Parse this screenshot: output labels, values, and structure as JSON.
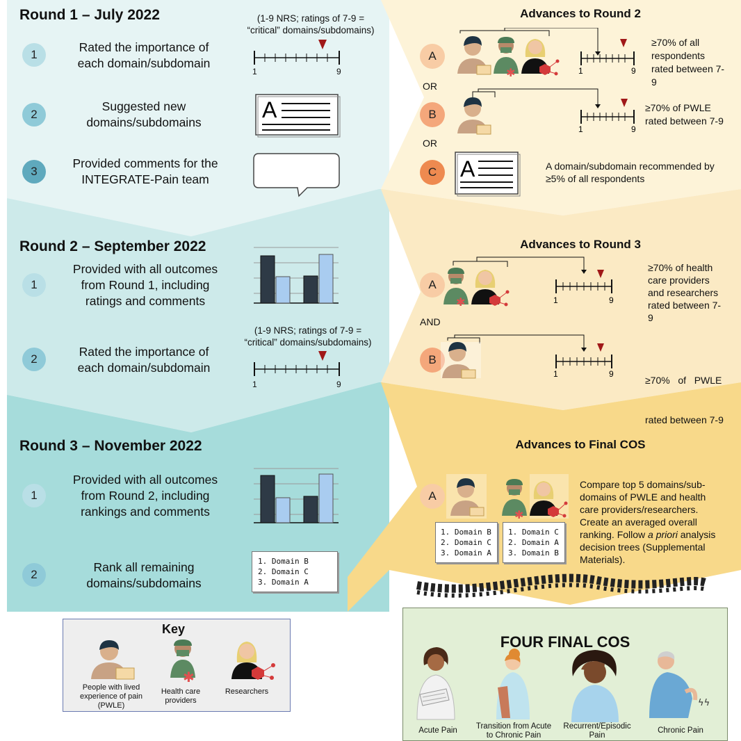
{
  "round1": {
    "title": "Round 1 – July 2022",
    "nrs_note_line1": "(1-9 NRS; ratings of 7-9 =",
    "nrs_note_line2": "“critical” domains/subdomains)",
    "scale_min": "1",
    "scale_max": "9",
    "steps": [
      {
        "num": "1",
        "line1": "Rated the importance of",
        "line2": "each domain/subdomain"
      },
      {
        "num": "2",
        "line1": "Suggested new",
        "line2": "domains/subdomains"
      },
      {
        "num": "3",
        "line1": "Provided comments for the",
        "line2": "INTEGRATE-Pain team"
      }
    ]
  },
  "advance2": {
    "title": "Advances to Round 2",
    "A": {
      "letter": "A",
      "line1": "≥70% of all",
      "line2": "respondents",
      "line3": "rated between 7-",
      "line4": "9"
    },
    "or1": "OR",
    "B": {
      "letter": "B",
      "line1": "≥70% of PWLE",
      "line2": "rated between 7-9"
    },
    "or2": "OR",
    "C": {
      "letter": "C",
      "line1": "A domain/subdomain recommended by",
      "line2": "≥5% of all respondents"
    }
  },
  "round2": {
    "title": "Round 2 – September 2022",
    "nrs_note_line1": "(1-9 NRS; ratings of 7-9 =",
    "nrs_note_line2": "“critical” domains/subdomains)",
    "steps": [
      {
        "num": "1",
        "line1": "Provided with all outcomes",
        "line2": "from Round 1, including",
        "line3": "ratings and comments"
      },
      {
        "num": "2",
        "line1": "Rated the importance of",
        "line2": "each domain/subdomain"
      }
    ]
  },
  "advance3": {
    "title": "Advances to Round 3",
    "A": {
      "letter": "A",
      "line1": "≥70% of health",
      "line2": "care providers",
      "line3": "and researchers",
      "line4": "rated between 7-",
      "line5": "9"
    },
    "and": "AND",
    "B": {
      "letter": "B",
      "line1": "≥70%   of   PWLE",
      "line2": "rated between 7-9"
    }
  },
  "round3": {
    "title": "Round 3 – November 2022",
    "steps": [
      {
        "num": "1",
        "line1": "Provided with all outcomes",
        "line2": "from Round 2, including",
        "line3": "rankings and comments"
      },
      {
        "num": "2",
        "line1": "Rank all remaining",
        "line2": "domains/subdomains"
      }
    ],
    "ranking": [
      "1. Domain B",
      "2. Domain C",
      "3. Domain A"
    ]
  },
  "final_advance": {
    "title": "Advances to Final COS",
    "letter": "A",
    "pwle_ranking": [
      "1. Domain B",
      "2. Domain C",
      "3. Domain A"
    ],
    "hcp_ranking": [
      "1. Domain C",
      "2. Domain A",
      "3. Domain B"
    ],
    "text_lines": [
      "Compare top 5 domains/sub-",
      "domains of PWLE and health",
      "care providers/researchers.",
      "Create an averaged overall",
      "ranking. Follow ",
      "a priori",
      " analysis",
      "decision trees (Supplemental",
      "Materials)."
    ]
  },
  "key": {
    "title": "Key",
    "pwle": [
      "People with lived",
      "experience of pain",
      "(PWLE)"
    ],
    "hcp": [
      "Health care",
      "providers"
    ],
    "researchers": "Researchers"
  },
  "final_cos": {
    "title": "FOUR FINAL COS",
    "items": [
      {
        "line1": "Acute Pain",
        "line2": ""
      },
      {
        "line1": "Transition from Acute",
        "line2": "to Chronic Pain"
      },
      {
        "line1": "Recurrent/Episodic",
        "line2": "Pain"
      },
      {
        "line1": "Chronic Pain",
        "line2": ""
      }
    ]
  },
  "colors": {
    "teal1": "#e6f4f4",
    "teal2": "#cdeaea",
    "teal3": "#a6dcdb",
    "cream1": "#fdf3d8",
    "cream2": "#fbeac4",
    "gold3": "#f8d98a",
    "marker_red": "#a01818"
  }
}
